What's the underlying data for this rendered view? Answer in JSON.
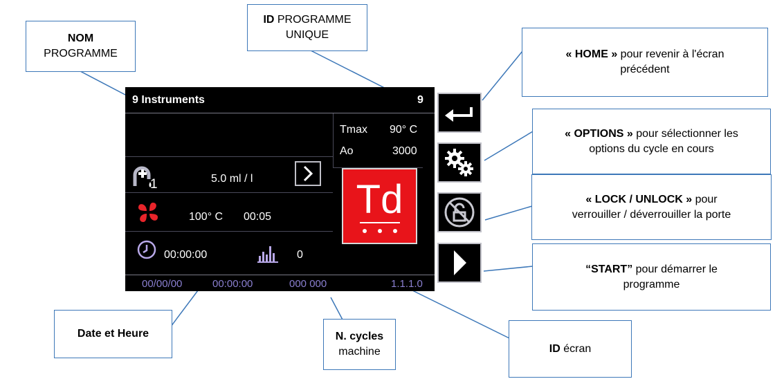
{
  "callouts": {
    "nom": {
      "bold": "NOM",
      "text": "PROGRAMME"
    },
    "id_programme": {
      "bold": "ID",
      "text1": " PROGRAMME",
      "text2": "UNIQUE"
    },
    "home": {
      "bold": "« HOME »",
      "text1": " pour revenir à l'écran",
      "text2": "précédent"
    },
    "options": {
      "bold": "« OPTIONS »",
      "text1": " pour sélectionner les",
      "text2": "options du cycle en cours"
    },
    "lock": {
      "bold": "« LOCK / UNLOCK »",
      "text1": " pour",
      "text2": "verrouiller / déverrouiller la porte"
    },
    "start": {
      "bold": "“START”",
      "text1": " pour démarrer le",
      "text2": "programme"
    },
    "date_heure": {
      "bold": "Date et Heure"
    },
    "n_cycles": {
      "bold": "N. cycles",
      "text": "machine"
    },
    "id_ecran": {
      "bold": "ID",
      "text": " écran"
    }
  },
  "screen": {
    "program_name": "9 Instruments",
    "program_id": "9",
    "tmax_label": "Tmax",
    "tmax_value": "90° C",
    "ao_label": "Ao",
    "ao_value": "3000",
    "dose_index": "1",
    "dose_value": "5.0 ml / l",
    "fan_temp": "100° C",
    "fan_time": "00:05",
    "timer_value": "00:00:00",
    "count_value": "0",
    "td_label": "Td",
    "footer_date": "00/00/00",
    "footer_time": "00:00:00",
    "footer_cycles": "000 000",
    "footer_screen_id": "1.1.1.0"
  },
  "icons": {
    "home": "return-arrow-icon",
    "options": "gears-icon",
    "lock": "lock-unlock-icon",
    "start": "play-icon",
    "next": "chevron-right-icon",
    "dose": "dosing-pump-icon",
    "fan": "fan-icon",
    "clock": "clock-icon",
    "counter": "bar-chart-icon"
  },
  "colors": {
    "callout_border": "#3c77b8",
    "td_red": "#e8141a",
    "fan_red": "#e8242a",
    "footer_text": "#8a7fd0"
  }
}
